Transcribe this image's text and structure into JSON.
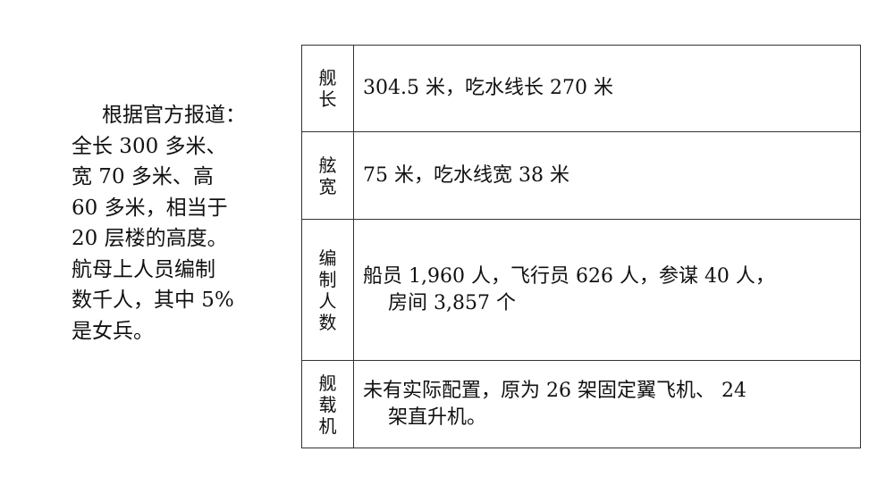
{
  "left_text": {
    "lines": [
      "根据官方报道：",
      "全长 300 多米、",
      "宽 70 多米、高",
      "60 多米，相当于",
      "20 层楼的高度。",
      "航母上人员编制",
      "数千人，其中 5%",
      "是女兵。"
    ]
  },
  "table": {
    "rows": [
      {
        "label": [
          "舰",
          "长"
        ],
        "value": [
          "304.5 米，吃水线长 270 米"
        ],
        "height": 97
      },
      {
        "label": [
          "舷",
          "宽"
        ],
        "value": [
          "75 米，吃水线宽 38 米"
        ],
        "height": 98
      },
      {
        "label": [
          "编",
          "制",
          "人",
          "数"
        ],
        "value": [
          "船员 1,960 人，飞行员 626 人，参谋 40 人，",
          "房间 3,857 个"
        ],
        "height": 158
      },
      {
        "label": [
          "舰",
          "载",
          "机"
        ],
        "value": [
          "未有实际配置，原为 26 架固定翼飞机、 24",
          "架直升机。"
        ],
        "height": 98
      }
    ]
  }
}
